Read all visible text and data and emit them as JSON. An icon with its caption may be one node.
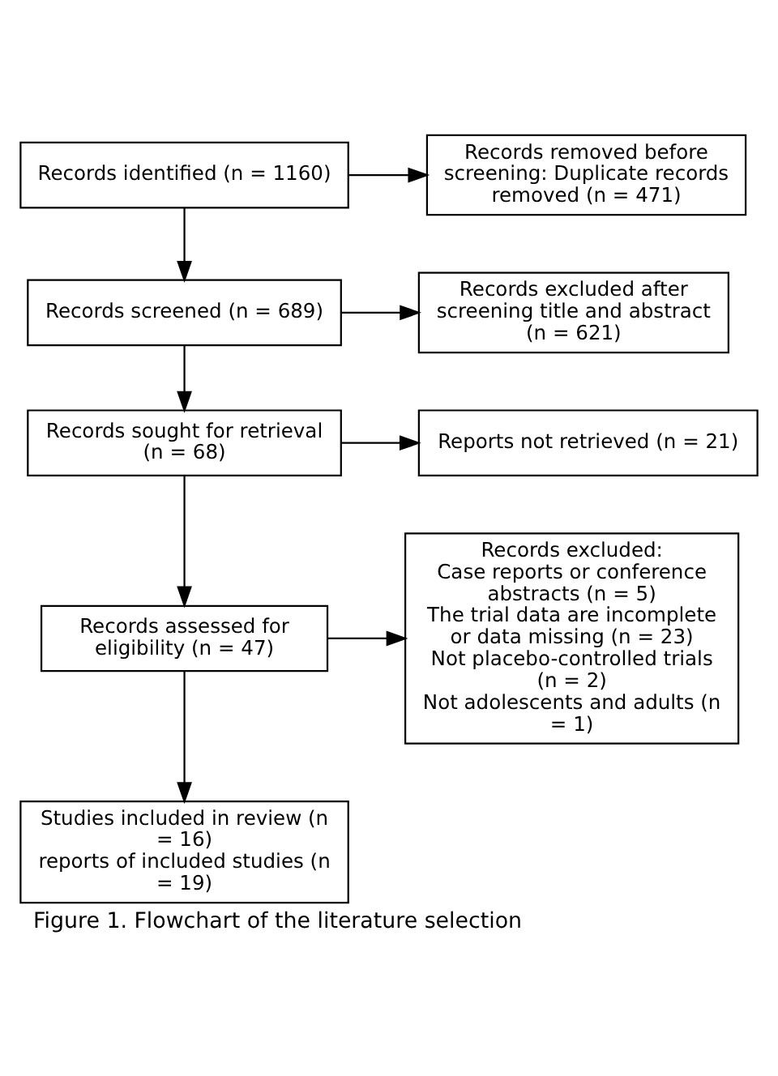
{
  "diagram": {
    "caption": "Figure 1. Flowchart of the literature selection",
    "nodes": [
      {
        "text": [
          "Records identified (n = 1160)"
        ]
      },
      {
        "text": [
          "Records removed before screening: Duplicate records removed (n = 471)"
        ]
      },
      {
        "text": [
          "Records screened (n = 689)"
        ]
      },
      {
        "text": [
          "Records excluded after screening title and abstract (n = 621)"
        ]
      },
      {
        "text": [
          "Records sought for retrieval (n = 68)"
        ]
      },
      {
        "text": [
          "Reports not retrieved (n = 21)"
        ]
      },
      {
        "text": [
          "Records assessed for eligibility (n = 47)"
        ]
      },
      {
        "text": [
          "Records excluded:",
          "Case reports or conference abstracts (n = 5)",
          "The trial data are incomplete or data missing (n = 23)",
          "Not placebo-controlled trials (n = 2)",
          "Not adolescents and adults (n = 1)"
        ]
      },
      {
        "text": [
          "Studies included in review (n = 16)",
          "reports of included studies (n = 19)"
        ]
      }
    ],
    "edges": [
      {
        "from": 0,
        "to": 2,
        "arrow": "to"
      },
      {
        "from": 0,
        "to": 1,
        "arrow": "to"
      },
      {
        "from": 2,
        "to": 4,
        "arrow": "to"
      },
      {
        "from": 2,
        "to": 3,
        "arrow": "to"
      },
      {
        "from": 4,
        "to": 6,
        "arrow": "to"
      },
      {
        "from": 4,
        "to": 5,
        "arrow": "to"
      },
      {
        "from": 6,
        "to": 8,
        "arrow": "to"
      },
      {
        "from": 6,
        "to": 7,
        "arrow": "to"
      }
    ]
  }
}
